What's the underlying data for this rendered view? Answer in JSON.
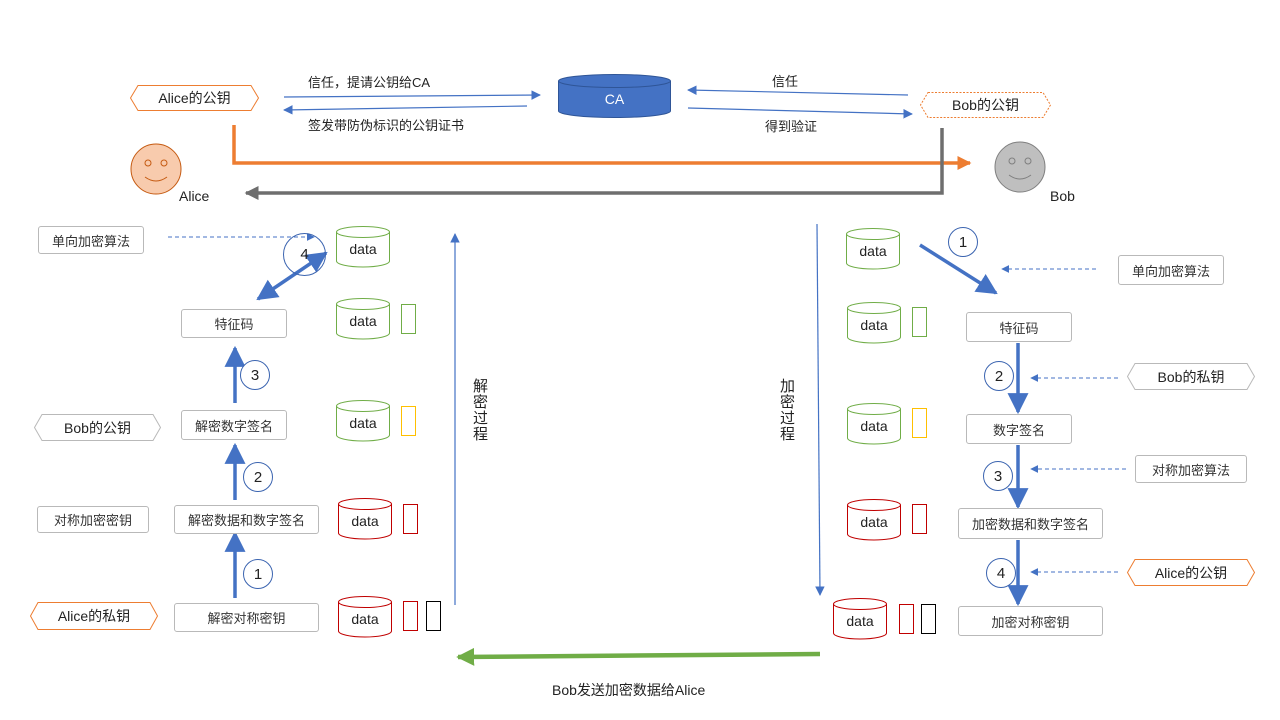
{
  "ca": {
    "label": "CA"
  },
  "keys": {
    "alice_public_top": "Alice的公钥",
    "bob_public_top": "Bob的公钥",
    "bob_public_left": "Bob的公钥",
    "alice_private_left": "Alice的私钥",
    "bob_private_right": "Bob的私钥",
    "alice_public_right": "Alice的公钥"
  },
  "ca_arrows": {
    "alice_request": "信任，提请公钥给CA",
    "alice_certificate": "签发带防伪标识的公钥证书",
    "bob_trust": "信任",
    "bob_verified": "得到验证"
  },
  "people": {
    "alice": "Alice",
    "bob": "Bob"
  },
  "left": {
    "process_label": "解密过程",
    "one_way_algo": "单向加密算法",
    "symmetric_key": "对称加密密钥",
    "feature_code": "特征码",
    "decrypt_signature": "解密数字签名",
    "decrypt_data_signature": "解密数据和数字签名",
    "decrypt_symmetric_key": "解密对称密钥",
    "steps": [
      "1",
      "2",
      "3",
      "4"
    ]
  },
  "right": {
    "process_label": "加密过程",
    "one_way_algo": "单向加密算法",
    "symmetric_algo": "对称加密算法",
    "feature_code": "特征码",
    "digital_signature": "数字签名",
    "encrypt_data_signature": "加密数据和数字签名",
    "encrypt_symmetric_key": "加密对称密钥",
    "steps": [
      "1",
      "2",
      "3",
      "4"
    ]
  },
  "data_label": "data",
  "bottom_caption": "Bob发送加密数据给Alice",
  "colors": {
    "blue": "#4472c4",
    "orange": "#ed7d31",
    "gray": "#6e6e6e",
    "green_arrow": "#70ad47",
    "green_data": "#70ad47",
    "yellow": "#ffc000",
    "red": "#c00000",
    "black": "#000000",
    "ca_fill": "#4472c4",
    "face_alice": "#f8cbad",
    "face_bob": "#bfbfbf"
  }
}
